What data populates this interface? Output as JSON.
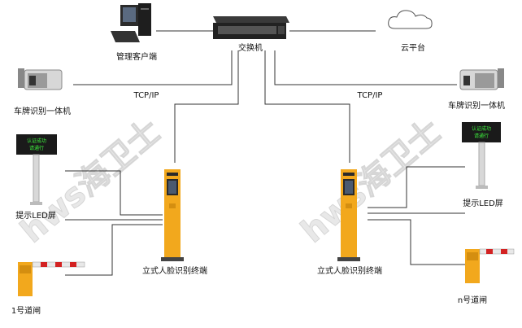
{
  "nodes": {
    "pc": "管理客户端",
    "switch": "交换机",
    "cloud": "云平台",
    "camera_left": "车牌识别一体机",
    "camera_right": "车牌识别一体机",
    "led_left": "提示LED屏",
    "led_right": "提示LED屏",
    "barrier_left": "1号道闸",
    "barrier_right": "n号道闸",
    "terminal_left": "立式人脸识别终端",
    "terminal_right": "立式人脸识别终端"
  },
  "links": {
    "tcp_left": "TCP/IP",
    "tcp_right": "TCP/IP"
  },
  "led_screen": {
    "line1": "认证成功",
    "line2": "请通行"
  },
  "watermark": "hws海卫士",
  "colors": {
    "terminal_body": "#f2a81d",
    "terminal_dark": "#2a2a2a",
    "barrier_arm": "#e8e8e8",
    "barrier_stripe": "#d32222",
    "led_green": "#3df03d"
  }
}
